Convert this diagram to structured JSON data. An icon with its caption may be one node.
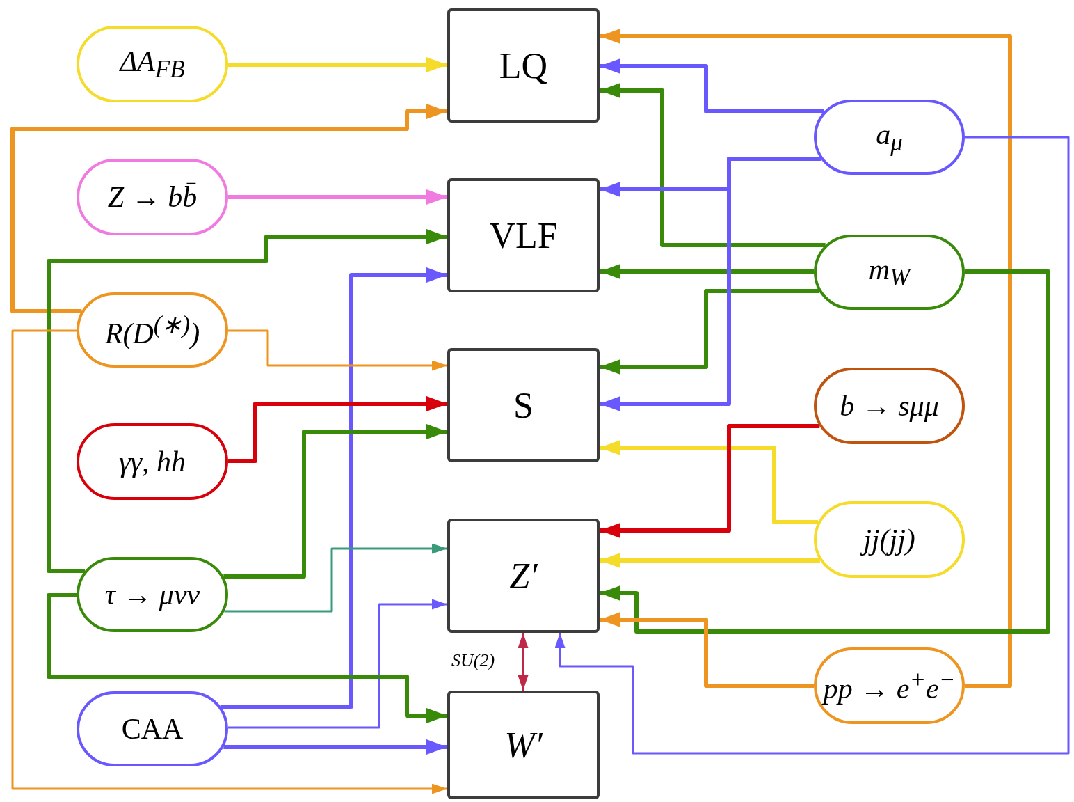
{
  "diagram": {
    "nodes": [
      {
        "text": [
          "LQ"
        ]
      },
      {
        "text": [
          "VLF"
        ]
      },
      {
        "text": [
          "S"
        ]
      },
      {
        "text": [
          "Z′"
        ]
      },
      {
        "text": [
          "W′"
        ]
      },
      {
        "text": [
          "ΔA$_{FB}$"
        ]
      },
      {
        "text": [
          "Z → bb̄"
        ]
      },
      {
        "text": [
          "R(D$^{(∗)}$)"
        ]
      },
      {
        "text": [
          "γγ, hh"
        ]
      },
      {
        "text": [
          "τ → μνν"
        ]
      },
      {
        "text": [
          "CAA"
        ]
      },
      {
        "text": [
          "a$_{μ}$"
        ]
      },
      {
        "text": [
          "m$_{W}$"
        ]
      },
      {
        "text": [
          "b → sμμ"
        ]
      },
      {
        "text": [
          "jj(jj)"
        ]
      },
      {
        "text": [
          "pp → e$^{+}$e$^{−}$"
        ]
      }
    ],
    "edges": [
      {
        "from": 5,
        "to": 0,
        "arrow": "to",
        "color": "#f5dc2a"
      },
      {
        "from": 7,
        "to": 0,
        "arrow": "to",
        "color": "#ee9420"
      },
      {
        "from": 15,
        "to": 0,
        "arrow": "to",
        "color": "#ee9420"
      },
      {
        "from": 11,
        "to": 0,
        "arrow": "to",
        "color": "#6a58ff"
      },
      {
        "from": 12,
        "to": 0,
        "arrow": "to",
        "color": "#3a8a0a"
      },
      {
        "from": 6,
        "to": 1,
        "arrow": "to",
        "color": "#f07ae0"
      },
      {
        "from": 9,
        "to": 1,
        "arrow": "to",
        "color": "#3a8a0a"
      },
      {
        "from": 10,
        "to": 1,
        "arrow": "to",
        "color": "#6a58ff"
      },
      {
        "from": 11,
        "to": 1,
        "arrow": "to",
        "color": "#6a58ff"
      },
      {
        "from": 12,
        "to": 1,
        "arrow": "to",
        "color": "#3a8a0a"
      },
      {
        "from": 7,
        "to": 2,
        "arrow": "to",
        "color": "#ee9420"
      },
      {
        "from": 8,
        "to": 2,
        "arrow": "to",
        "color": "#d8000a"
      },
      {
        "from": 9,
        "to": 2,
        "arrow": "to",
        "color": "#3a8a0a"
      },
      {
        "from": 12,
        "to": 2,
        "arrow": "to",
        "color": "#3a8a0a"
      },
      {
        "from": 11,
        "to": 2,
        "arrow": "to",
        "color": "#6a58ff"
      },
      {
        "from": 14,
        "to": 2,
        "arrow": "to",
        "color": "#f5dc2a"
      },
      {
        "from": 9,
        "to": 3,
        "arrow": "to",
        "color": "#3a9a7a"
      },
      {
        "from": 10,
        "to": 3,
        "arrow": "to",
        "color": "#6a58ff"
      },
      {
        "from": 13,
        "to": 3,
        "arrow": "to",
        "color": "#d8000a"
      },
      {
        "from": 14,
        "to": 3,
        "arrow": "to",
        "color": "#f5dc2a"
      },
      {
        "from": 12,
        "to": 3,
        "arrow": "to",
        "color": "#3a8a0a"
      },
      {
        "from": 15,
        "to": 3,
        "arrow": "to",
        "color": "#ee9420"
      },
      {
        "from": 11,
        "to": 3,
        "arrow": "to",
        "color": "#6a58ff"
      },
      {
        "from": 3,
        "to": 4,
        "arrow": "both",
        "label": "SU(2)",
        "color": "#c02848"
      },
      {
        "from": 9,
        "to": 4,
        "arrow": "to",
        "color": "#3a8a0a"
      },
      {
        "from": 10,
        "to": 4,
        "arrow": "to",
        "color": "#6a58ff"
      },
      {
        "from": 7,
        "to": 4,
        "arrow": "to",
        "color": "#ee9420"
      }
    ]
  }
}
